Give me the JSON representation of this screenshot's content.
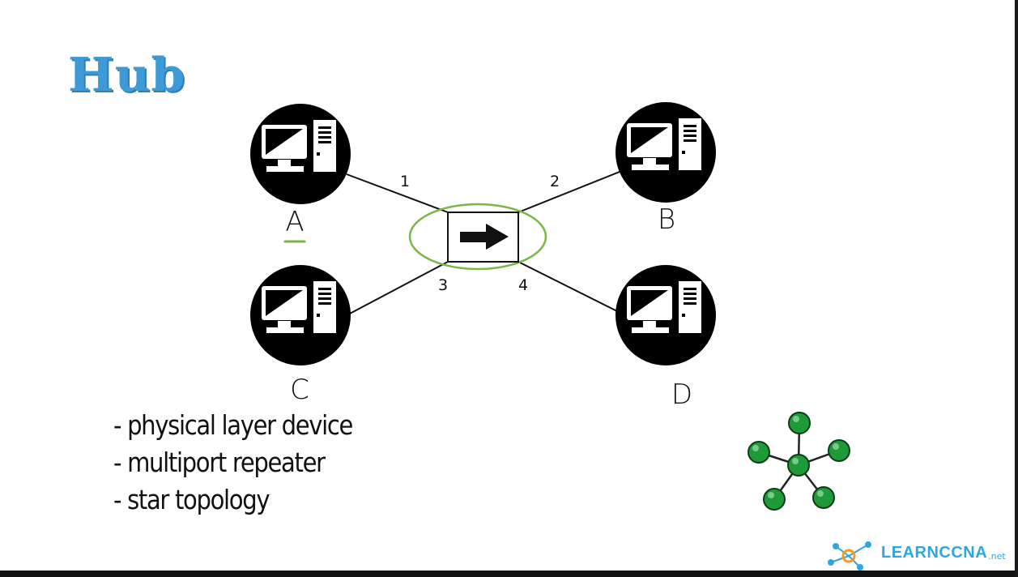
{
  "title": "Hub",
  "diagram": {
    "hosts": [
      {
        "name": "A",
        "port": "1"
      },
      {
        "name": "B",
        "port": "2"
      },
      {
        "name": "C",
        "port": "3"
      },
      {
        "name": "D",
        "port": "4"
      }
    ],
    "hub_icon": "arrow-right-icon",
    "highlight_color": "#7ab648"
  },
  "bullets": [
    "- physical layer device",
    "- multiport repeater",
    "- star topology"
  ],
  "star_icon_color": "#1f9a3a",
  "logo": {
    "text": "LEARNCCNA",
    "tld": ".net",
    "color": "#2ea7e0"
  }
}
